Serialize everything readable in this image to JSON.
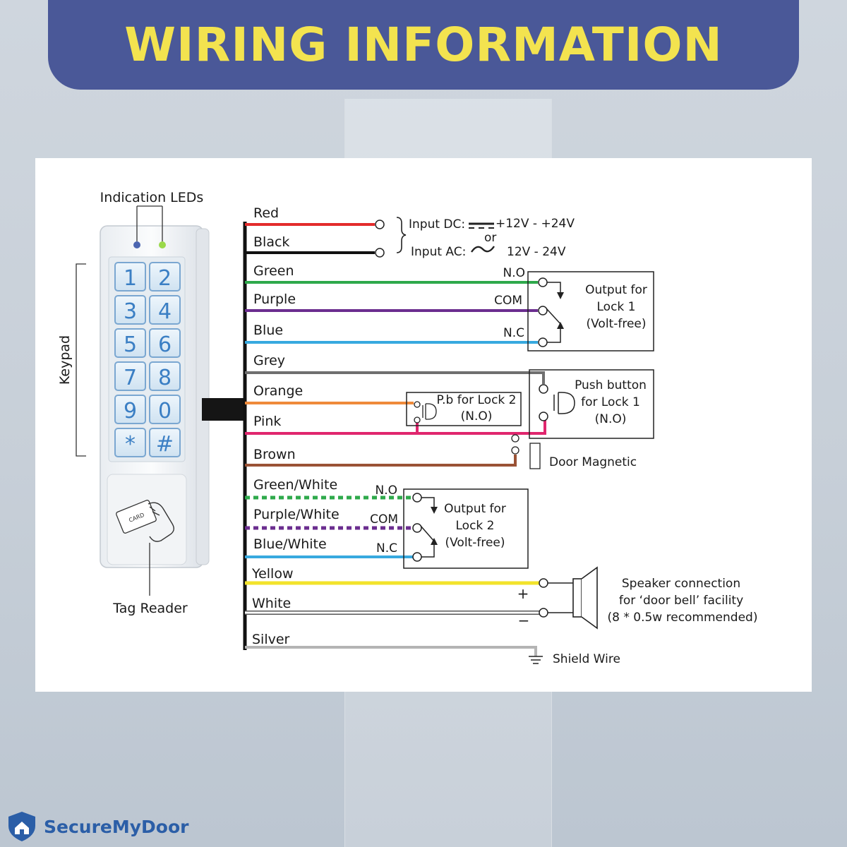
{
  "header": {
    "title": "WIRING INFORMATION"
  },
  "device": {
    "leds_label": "Indication LEDs",
    "keypad_label": "Keypad",
    "tag_reader_label": "Tag Reader",
    "card_text": "CARD",
    "keys": [
      "1",
      "2",
      "3",
      "4",
      "5",
      "6",
      "7",
      "8",
      "9",
      "0",
      "*",
      "#"
    ]
  },
  "wires": {
    "red": "Red",
    "black": "Black",
    "green": "Green",
    "purple": "Purple",
    "blue": "Blue",
    "grey": "Grey",
    "orange": "Orange",
    "pink": "Pink",
    "brown": "Brown",
    "green_white": "Green/White",
    "purple_white": "Purple/White",
    "blue_white": "Blue/White",
    "yellow": "Yellow",
    "white": "White",
    "silver": "Silver"
  },
  "power": {
    "input_dc": "Input DC:",
    "dc_range": "+12V - +24V",
    "or": "or",
    "input_ac": "Input AC:",
    "ac_range": "12V -  24V"
  },
  "lock1": {
    "no": "N.O",
    "com": "COM",
    "nc": "N.C",
    "line1": "Output for",
    "line2": "Lock 1",
    "line3": "(Volt-free)"
  },
  "pushbutton1": {
    "line1": "Push button",
    "line2": "for Lock 1",
    "line3": "(N.O)"
  },
  "pushbutton2": {
    "line1": "P.b for Lock 2",
    "line2": "(N.O)"
  },
  "door_magnetic": "Door Magnetic",
  "lock2": {
    "no": "N.O",
    "com": "COM",
    "nc": "N.C",
    "line1": "Output for",
    "line2": "Lock 2",
    "line3": "(Volt-free)"
  },
  "speaker": {
    "plus": "+",
    "minus": "−",
    "line1": "Speaker connection",
    "line2": "for ‘door bell’ facility",
    "line3": "(8 * 0.5w recommended)"
  },
  "shield_wire": "Shield Wire",
  "brand": {
    "name": "SecureMyDoor"
  },
  "colors": {
    "banner_bg": "#4a5898",
    "banner_text": "#f3e34f",
    "red": "#e32b2b",
    "black": "#111111",
    "green": "#2ea94b",
    "purple": "#6b2d8f",
    "blue": "#37a9df",
    "grey": "#6f6f6f",
    "orange": "#ef8a3a",
    "pink": "#e0266e",
    "brown": "#9a5235",
    "yellow": "#f2e32a",
    "white": "#ffffff",
    "silver": "#b4b4b4"
  }
}
